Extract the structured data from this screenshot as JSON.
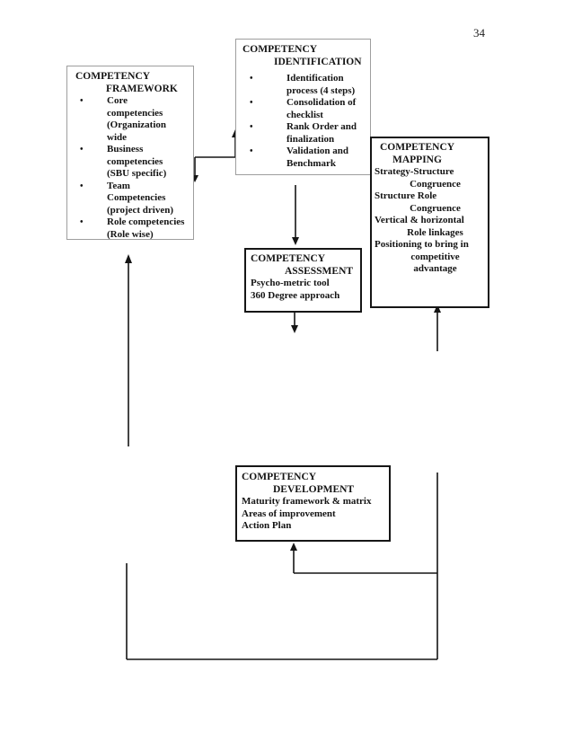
{
  "page": {
    "number": "34"
  },
  "diagram": {
    "bullet_char": "•",
    "framework": {
      "title1": "COMPETENCY",
      "title2": "FRAMEWORK",
      "items": [
        "Core\ncompetencies\n(Organization\nwide",
        "Business\ncompetencies\n(SBU specific)",
        "Team\nCompetencies\n(project driven)",
        "Role competencies\n(Role wise)"
      ]
    },
    "identification": {
      "title1": "COMPETENCY",
      "title2": "IDENTIFICATION",
      "items": [
        "Identification\nprocess (4 steps)",
        "Consolidation of\nchecklist",
        "Rank Order and\nfinalization",
        "Validation and\nBenchmark"
      ]
    },
    "mapping": {
      "title1": "COMPETENCY",
      "title2": "MAPPING",
      "items": [
        {
          "l1": "Strategy-Structure",
          "l2": "Congruence"
        },
        {
          "l1": "Structure Role",
          "l2": "Congruence"
        },
        {
          "l1": "Vertical & horizontal",
          "l2": "Role linkages"
        },
        {
          "l1": "Positioning to bring in",
          "l2": "competitive\nadvantage"
        }
      ]
    },
    "assessment": {
      "title1": "COMPETENCY",
      "title2": "ASSESSMENT",
      "lines": [
        "Psycho-metric tool",
        "360 Degree approach"
      ]
    },
    "development": {
      "title1": "COMPETENCY",
      "title2": "DEVELOPMENT",
      "lines": [
        "Maturity framework & matrix",
        "Areas of improvement",
        "Action Plan"
      ]
    },
    "colors": {
      "line": "#151515",
      "border_light": "#9e9e9e",
      "border_dark": "#161616"
    }
  }
}
